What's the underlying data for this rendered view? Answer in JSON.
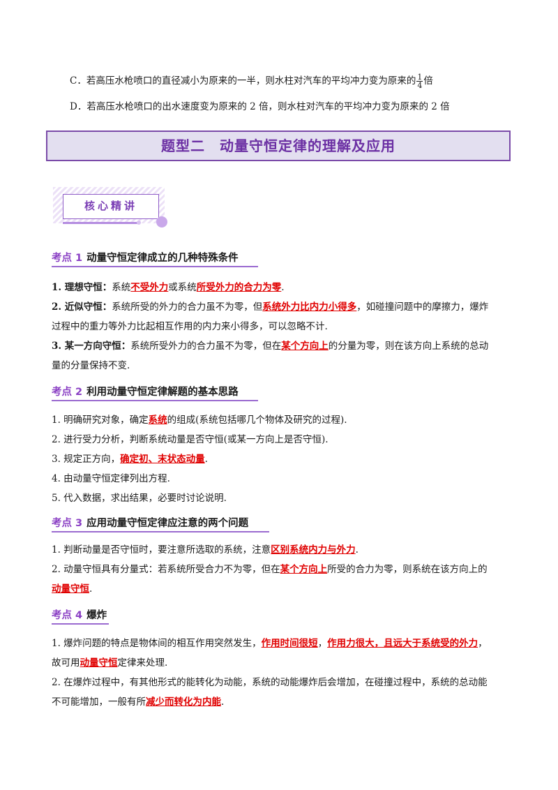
{
  "question_options": {
    "c": {
      "prefix": "C．若高压水枪喷口的直径减小为原来的一半，则水柱对汽车的平均冲力变为原来的",
      "frac_num": "1",
      "frac_den": "4",
      "suffix": "倍"
    },
    "d": "D．若高压水枪喷口的出水速度变为原来的 2 倍，则水柱对汽车的平均冲力变为原来的 2 倍"
  },
  "section_banner": "题型二　动量守恒定律的理解及应用",
  "badge": "核心精讲",
  "k1": {
    "label": "考点 1",
    "title": "动量守恒定律成立的几种特殊条件",
    "i1": {
      "term": "1. 理想守恒：",
      "t1": "系统",
      "h1": "不受外力",
      "t2": "或系统",
      "h2": "所受外力的合力为零",
      "t3": "."
    },
    "i2": {
      "term": "2. 近似守恒：",
      "t1": "系统所受的外力的合力虽不为零，但",
      "h1": "系统外力比内力小得多",
      "t2": "，如碰撞问题中的摩擦力，爆炸",
      "t3": "过程中的重力等外力比起相互作用的内力来小得多，可以忽略不计."
    },
    "i3": {
      "term": "3. 某一方向守恒：",
      "t1": "系统所受外力的合力虽不为零，但在",
      "h1": "某个方向上",
      "t2": "的分量为零，则在该方向上系统的总动",
      "t3": "量的分量保持不变."
    }
  },
  "k2": {
    "label": "考点 2",
    "title": "利用动量守恒定律解题的基本思路",
    "i1": {
      "t1": "1. 明确研究对象，确定",
      "h1": "系统",
      "t2": "的组成(系统包括哪几个物体及研究的过程)."
    },
    "i2": "2. 进行受力分析，判断系统动量是否守恒(或某一方向上是否守恒).",
    "i3": {
      "t1": "3. 规定正方向，",
      "h1": "确定初、末状态动量",
      "t2": "."
    },
    "i4": "4. 由动量守恒定律列出方程.",
    "i5": "5. 代入数据，求出结果，必要时讨论说明."
  },
  "k3": {
    "label": "考点 3",
    "title": "应用动量守恒定律应注意的两个问题",
    "i1": {
      "t1": "1. 判断动量是否守恒时，要注意所选取的系统，注意",
      "h1": "区别系统内力与外力",
      "t2": "."
    },
    "i2": {
      "t1": "2. 动量守恒具有分量式：若系统所受合力不为零，但在",
      "h1": "某个方向上",
      "t2": "所受的合力为零，则系统在该方向上的",
      "h2": "动量守恒",
      "t3": "."
    }
  },
  "k4": {
    "label": "考点 4",
    "title": "爆炸",
    "i1": {
      "t1": "1. 爆炸问题的特点是物体间的相互作用突然发生，",
      "h1": "作用时间很短",
      "t2": "，",
      "h2": "作用力很大，且远大于系统受的外力",
      "t3": "，",
      "t4": "故可用",
      "h3": "动量守恒",
      "t5": "定律来处理."
    },
    "i2": {
      "t1": "2. 在爆炸过程中，有其他形式的能转化为动能，系统的动能爆炸后会增加，在碰撞过程中，系统的总动能",
      "t2": "不可能增加，一般有所",
      "h1": "减少而转化为内能",
      "t3": "."
    }
  }
}
